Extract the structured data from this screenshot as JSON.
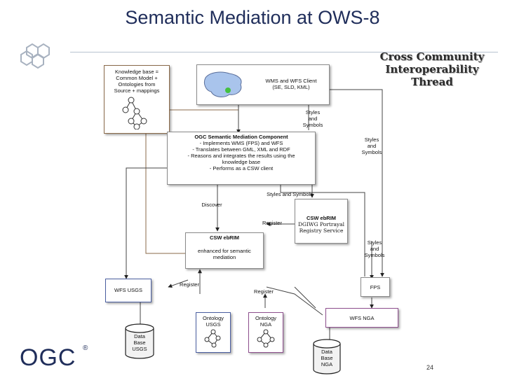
{
  "slide": {
    "title": "Semantic Mediation at OWS-8",
    "thread": [
      "Cross Community",
      "Interoperability",
      "Thread"
    ],
    "logo_text": "OGC",
    "logo_mark": "®",
    "page_number": "24"
  },
  "colors": {
    "title": "#1f2d5a",
    "knowledge_border": "#8a6a4a",
    "ontology_ngal_border": "#8e4f8e",
    "ontology_usgs_border": "#4a5ea0"
  },
  "boxes": {
    "knowledge": [
      "Knowledge base =",
      "Common Model +",
      "Ontologies from",
      "Source + mappings"
    ],
    "client": [
      "WMS and WFS Client",
      "(SE, SLD, KML)"
    ],
    "mediation": [
      "OGC Semantic Mediation Component",
      "- Implements WMS (FPS) and WFS",
      "- Translates between GML, XML and RDF",
      "- Reasons and integrates the results using the",
      "knowledge base",
      "- Performs as a CSW client"
    ],
    "csw_center": {
      "title": "CSW ebRIM",
      "body": [
        "enhanced for semantic",
        "mediation"
      ]
    },
    "csw_right": {
      "title": "CSW ebRIM",
      "body": [
        "DGIWG Portrayal",
        "Registry Service"
      ]
    },
    "wfs_usgs": "WFS USGS",
    "fps": "FPS",
    "wfs_nga": "WFS NGA",
    "ontology_usgs": [
      "Ontology",
      "USGS"
    ],
    "ontology_nga": [
      "Ontology",
      "NGA"
    ],
    "db_usgs": [
      "Data",
      "Base",
      "USGS"
    ],
    "db_nga": [
      "Data",
      "Base",
      "NGA"
    ]
  },
  "labels": {
    "styles_symbols_1": [
      "Styles",
      "and",
      "Symbols"
    ],
    "styles_symbols_2": [
      "Styles",
      "and",
      "Symbols"
    ],
    "styles_symbols_3": [
      "Styles",
      "and",
      "Symbols"
    ],
    "styles_symbols_inline": "Styles and Symbols",
    "discover": "Discover",
    "register_1": "Register",
    "register_2": "Register",
    "register_3": "Register"
  }
}
